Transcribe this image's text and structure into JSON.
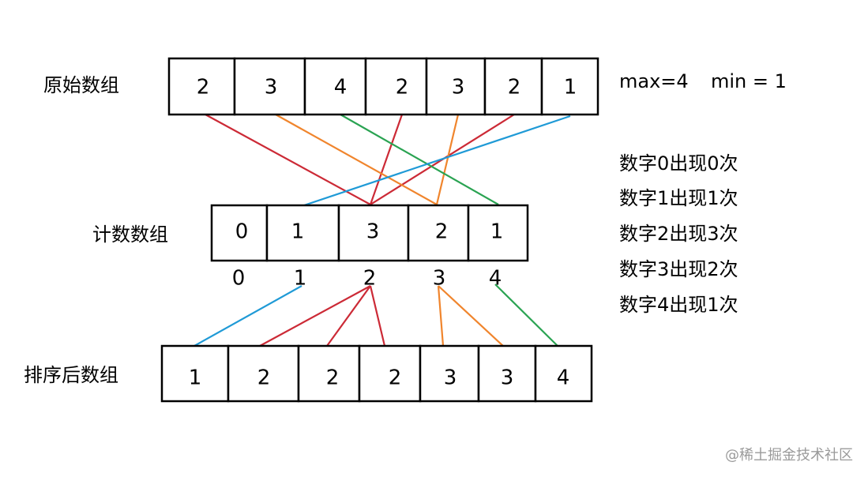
{
  "labels": {
    "original": "原始数组",
    "count": "计数数组",
    "sorted": "排序后数组"
  },
  "stats": {
    "max": "max=4",
    "min": "min = 1"
  },
  "original_array": [
    "2",
    "3",
    "4",
    "2",
    "3",
    "2",
    "1"
  ],
  "count_array": [
    "0",
    "1",
    "3",
    "2",
    "1"
  ],
  "count_indices": [
    "0",
    "1",
    "2",
    "3",
    "4"
  ],
  "sorted_array": [
    "1",
    "2",
    "2",
    "2",
    "3",
    "3",
    "4"
  ],
  "notes": [
    "数字0出现0次",
    "数字1出现1次",
    "数字2出现3次",
    "数字3出现2次",
    "数字4出现1次"
  ],
  "watermark": "@稀土掘金技术社区",
  "colors": {
    "red": "#cc2a36",
    "orange": "#f0852d",
    "green": "#2aa352",
    "blue": "#1f9ad6"
  }
}
